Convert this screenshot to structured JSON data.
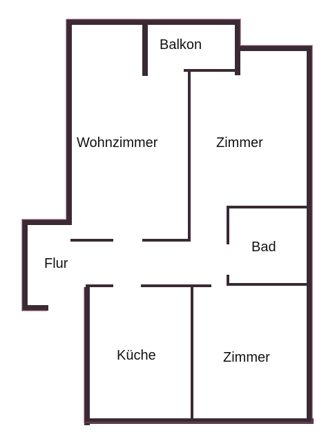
{
  "rooms": {
    "balkon": "Balkon",
    "wohnzimmer": "Wohnzimmer",
    "zimmer_top": "Zimmer",
    "bad": "Bad",
    "flur": "Flur",
    "kueche": "Küche",
    "zimmer_bottom": "Zimmer"
  },
  "colors": {
    "wall": "#3a2a33",
    "wall_tint": "#8a4a6a",
    "background": "#ffffff"
  }
}
